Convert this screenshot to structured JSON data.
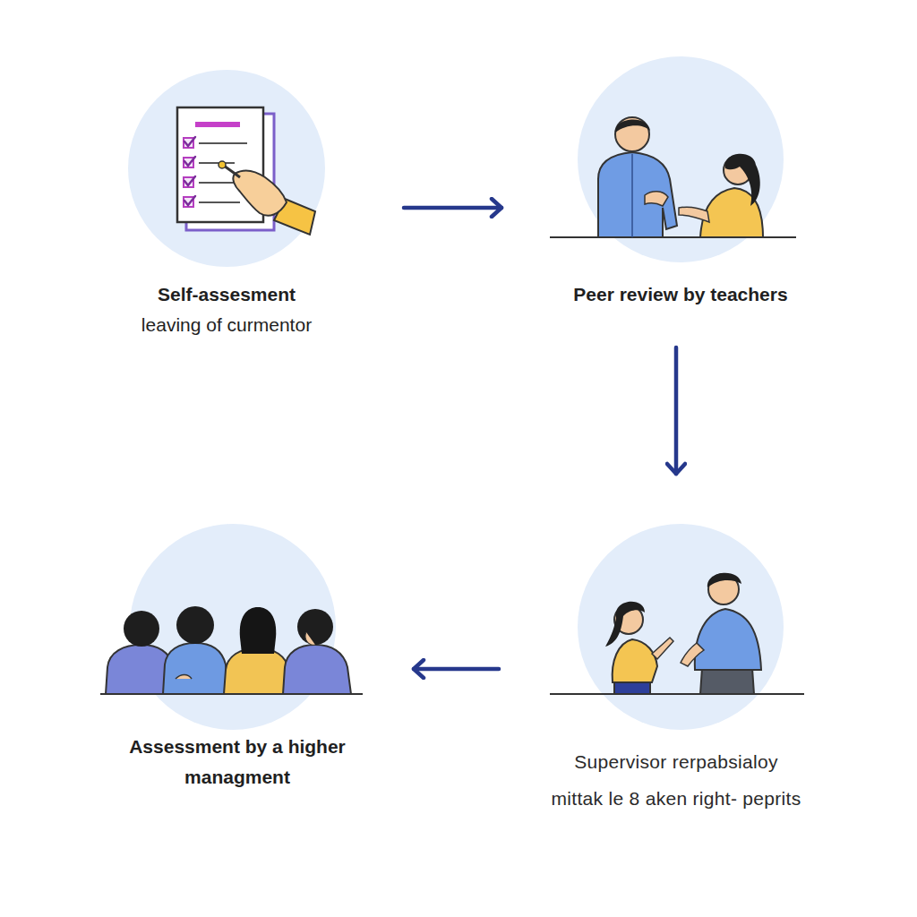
{
  "diagram": {
    "nodes": [
      {
        "text": [
          "Self-assesment",
          "leaving of curmentor"
        ]
      },
      {
        "text": [
          "Peer review by teachers"
        ]
      },
      {
        "text": [
          "Assessment by a higher managment"
        ]
      },
      {
        "text": [
          "Supervisor rerpabsialoy",
          "mittak le 8 aken right- peprits"
        ]
      }
    ],
    "edges": [
      {
        "from": 0,
        "to": 1,
        "arrow": "to"
      },
      {
        "from": 1,
        "to": 3,
        "arrow": "to"
      },
      {
        "from": 3,
        "to": 2,
        "arrow": "to"
      }
    ]
  }
}
